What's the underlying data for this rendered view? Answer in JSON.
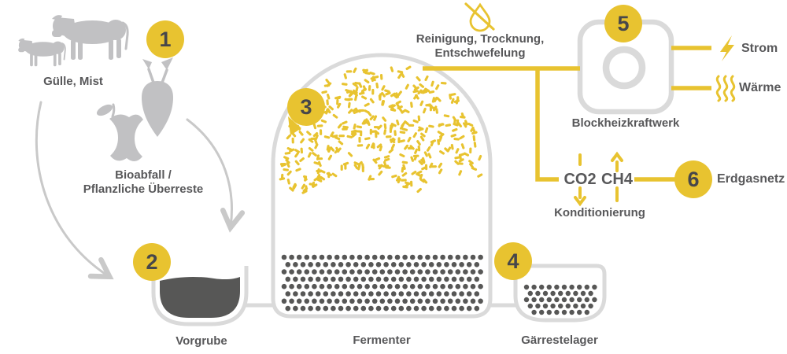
{
  "colors": {
    "accent_yellow": "#e8c330",
    "pipe_gray": "#dadada",
    "silhouette_gray": "#c1c1c3",
    "dark_fill": "#575756",
    "text_gray": "#58585a"
  },
  "badges": [
    "1",
    "2",
    "3",
    "4",
    "5",
    "6"
  ],
  "labels": {
    "guelle_mist": "Gülle, Mist",
    "bioabfall_line1": "Bioabfall /",
    "bioabfall_line2": "Pflanzliche Überreste",
    "vorgrube": "Vorgrube",
    "fermenter": "Fermenter",
    "gaerrestelager": "Gärrestelager",
    "reinigung_line1": "Reinigung, Trocknung,",
    "reinigung_line2": "Entschwefelung",
    "blockheizkraftwerk": "Blockheizkraftwerk",
    "strom": "Strom",
    "waerme": "Wärme",
    "co2": "CO2",
    "ch4": "CH4",
    "konditionierung": "Konditionierung",
    "erdgasnetz": "Erdgasnetz"
  },
  "icons": {
    "cow": "cow-icon",
    "apple_core": "apple-core-icon",
    "beet": "beet-icon",
    "drop_crossed": "water-drop-crossed-icon",
    "lightning": "lightning-icon",
    "heat": "heat-waves-icon"
  }
}
